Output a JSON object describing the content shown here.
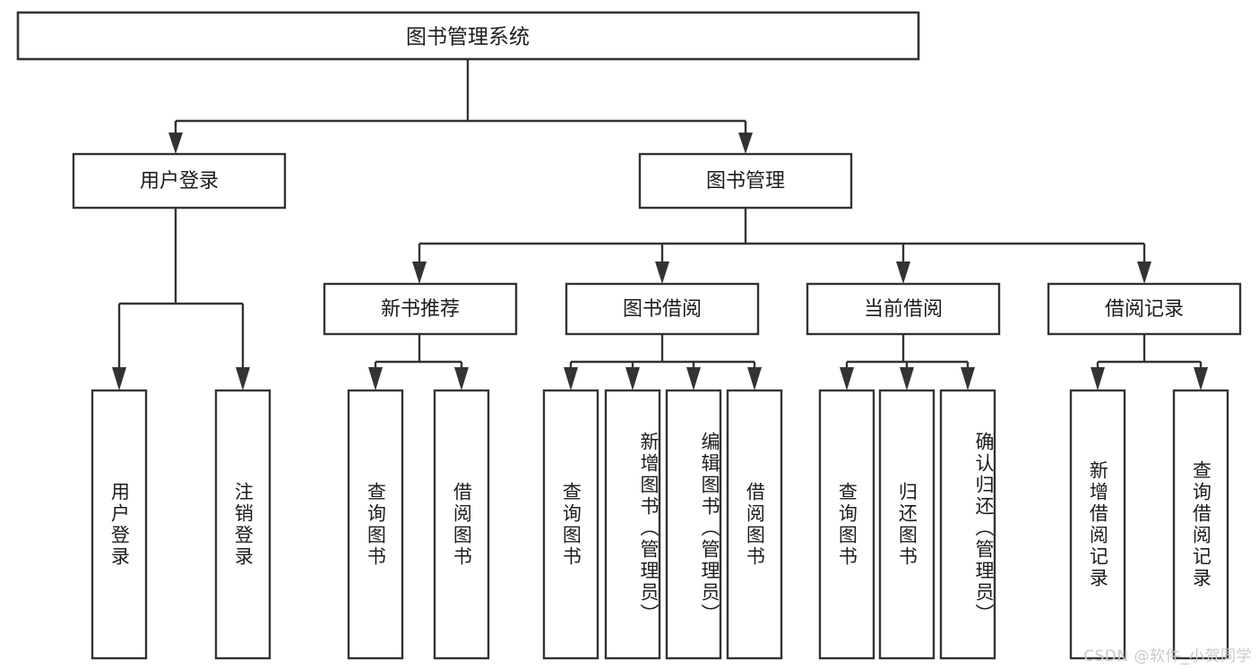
{
  "diagram": {
    "kind": "tree-hierarchy-chart",
    "orientation": "top-down",
    "colors": {
      "box_fill": "#ffffff",
      "box_stroke": "#333333",
      "text": "#1c1c1c",
      "background": "#ffffff",
      "watermark": "#c9c9c9"
    },
    "root": {
      "label": "图书管理系统"
    },
    "level2": [
      {
        "label": "用户登录"
      },
      {
        "label": "图书管理"
      }
    ],
    "level3": [
      {
        "label": "新书推荐"
      },
      {
        "label": "图书借阅"
      },
      {
        "label": "当前借阅"
      },
      {
        "label": "借阅记录"
      }
    ],
    "leaves": {
      "user_login": [
        {
          "label": "用户登录"
        },
        {
          "label": "注销登录"
        }
      ],
      "new_book_recommend": [
        {
          "label": "查询图书"
        },
        {
          "label": "借阅图书"
        }
      ],
      "book_borrow": [
        {
          "label": "查询图书"
        },
        {
          "label": "新增图书（管理员）"
        },
        {
          "label": "编辑图书（管理员）"
        },
        {
          "label": "借阅图书"
        }
      ],
      "current_borrow": [
        {
          "label": "查询图书"
        },
        {
          "label": "归还图书"
        },
        {
          "label": "确认归还（管理员）"
        }
      ],
      "borrow_record": [
        {
          "label": "新增借阅记录"
        },
        {
          "label": "查询借阅记录"
        }
      ]
    },
    "watermark": "CSDN @软件_小贺同学"
  }
}
